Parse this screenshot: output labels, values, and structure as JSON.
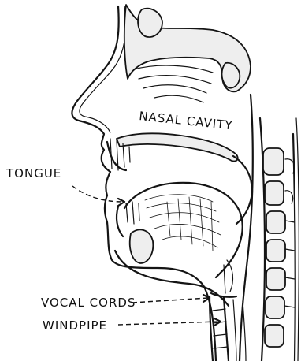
{
  "labels": {
    "nasal_cavity": "NASAL CAVITY",
    "tongue": "TONGUE",
    "vocal_cords": "VOCAL CORDS",
    "windpipe": "WINDPIPE"
  }
}
